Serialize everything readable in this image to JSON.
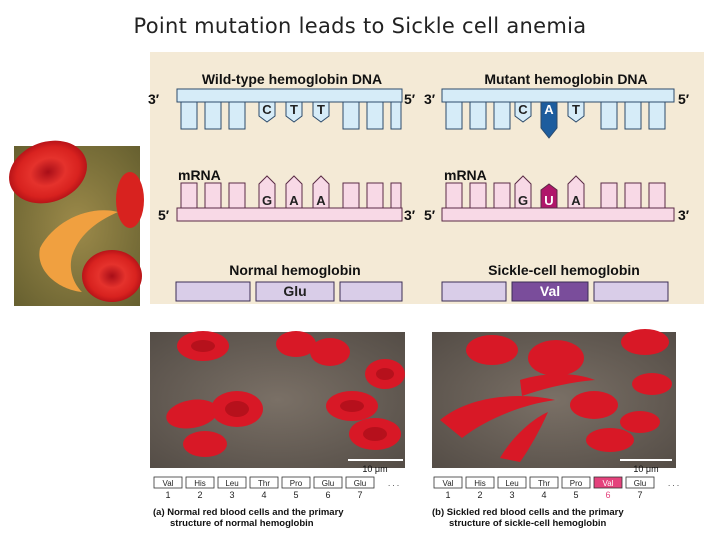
{
  "slide": {
    "title": "Point mutation leads to Sickle cell anemia"
  },
  "dna_panel": {
    "wild_type": {
      "title": "Wild-type hemoglobin DNA",
      "end_left": "3′",
      "end_right": "5′",
      "bases": [
        "C",
        "T",
        "T"
      ]
    },
    "mutant": {
      "title": "Mutant hemoglobin DNA",
      "end_left": "3′",
      "end_right": "5′",
      "bases": [
        "C",
        "A",
        "T"
      ]
    },
    "mrna_normal": {
      "title": "mRNA",
      "end_left": "5′",
      "end_right": "3′",
      "bases": [
        "G",
        "A",
        "A"
      ]
    },
    "mrna_mutant": {
      "title": "mRNA",
      "end_left": "5′",
      "end_right": "3′",
      "bases": [
        "G",
        "U",
        "A"
      ]
    },
    "normal_protein": {
      "title": "Normal hemoglobin",
      "residue": "Glu"
    },
    "mutant_protein": {
      "title": "Sickle-cell hemoglobin",
      "residue": "Val"
    }
  },
  "micrographs": {
    "normal": {
      "scale": "10 μm",
      "chain": [
        "Val",
        "His",
        "Leu",
        "Thr",
        "Pro",
        "Glu",
        "Glu"
      ],
      "positions": [
        "1",
        "2",
        "3",
        "4",
        "5",
        "6",
        "7"
      ],
      "ellipsis": ". . .",
      "caption_line1": "(a) Normal red blood cells and the primary",
      "caption_line2": "structure of normal hemoglobin"
    },
    "sickled": {
      "scale": "10 μm",
      "chain": [
        "Val",
        "His",
        "Leu",
        "Thr",
        "Pro",
        "Val",
        "Glu"
      ],
      "positions": [
        "1",
        "2",
        "3",
        "4",
        "5",
        "6",
        "7"
      ],
      "ellipsis": ". . .",
      "caption_line1": "(b) Sickled red blood cells and the primary",
      "caption_line2": "structure of sickle-cell hemoglobin"
    }
  },
  "colors": {
    "panel_bg": "#f4ead6",
    "dna_blue": "#d6ecf8",
    "dna_outline": "#2d4b6b",
    "mrna_pink": "#f8d9e6",
    "mutant_dna_dark": "#1d5d9e",
    "mutant_mrna_dark": "#b0166a",
    "protein_lav": "#d9cde8",
    "val_purple": "#7a4d9b",
    "cell_red": "#d81826",
    "micro_bg": "#6a625a",
    "mutant_highlight": "#e4427c"
  }
}
